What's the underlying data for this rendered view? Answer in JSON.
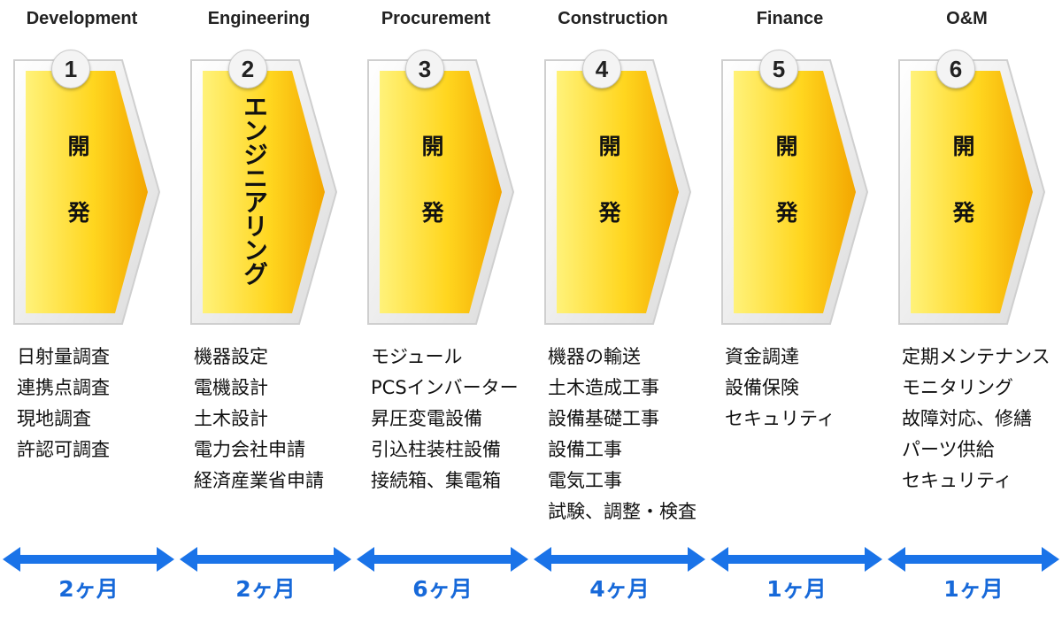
{
  "colors": {
    "chevron_light": "#fff06a",
    "chevron_mid": "#ffd21f",
    "chevron_dark": "#f2a900",
    "arrow_blue": "#1a73e8",
    "duration_text": "#1769d9"
  },
  "stages": [
    {
      "title": "Development",
      "number": "1",
      "label": "開発",
      "tasks": [
        "日射量調査",
        "連携点調査",
        "現地調査",
        "許認可調査"
      ],
      "duration": "2ヶ月"
    },
    {
      "title": "Engineering",
      "number": "2",
      "label": "エンジニアリング",
      "tasks": [
        "機器設定",
        "電機設計",
        "土木設計",
        "電力会社申請",
        "経済産業省申請"
      ],
      "duration": "2ヶ月"
    },
    {
      "title": "Procurement",
      "number": "3",
      "label": "開発",
      "tasks": [
        "モジュール",
        "PCSインバーター",
        "昇圧変電設備",
        "引込柱装柱設備",
        "接続箱、集電箱"
      ],
      "duration": "6ヶ月"
    },
    {
      "title": "Construction",
      "number": "4",
      "label": "開発",
      "tasks": [
        "機器の輸送",
        "土木造成工事",
        "設備基礎工事",
        "設備工事",
        "電気工事",
        "試験、調整・検査"
      ],
      "duration": "4ヶ月"
    },
    {
      "title": "Finance",
      "number": "5",
      "label": "開発",
      "tasks": [
        "資金調達",
        "設備保険",
        "セキュリティ"
      ],
      "duration": "1ヶ月"
    },
    {
      "title": "O&M",
      "number": "6",
      "label": "開発",
      "tasks": [
        "定期メンテナンス",
        "モニタリング",
        "故障対応、修繕",
        "パーツ供給",
        "セキュリティ"
      ],
      "duration": "1ヶ月"
    }
  ]
}
